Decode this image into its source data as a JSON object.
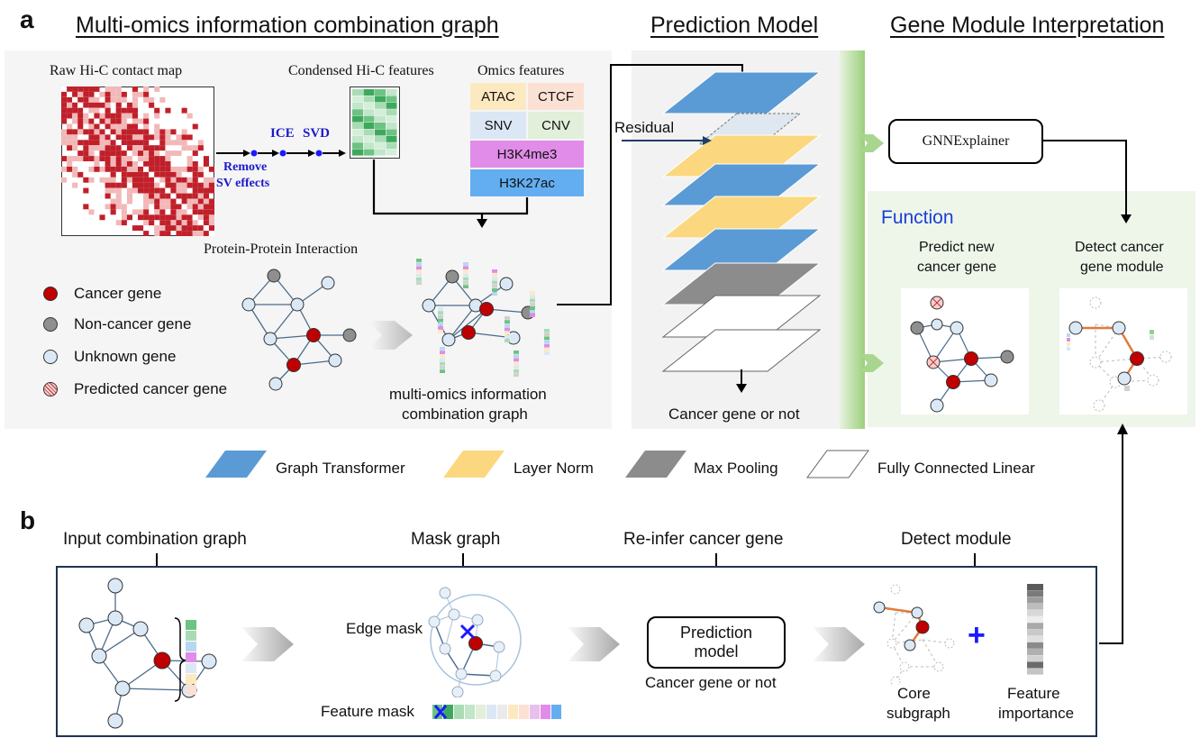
{
  "panel_a": {
    "letter": "a",
    "titles": {
      "graph": "Multi-omics information combination graph",
      "prediction": "Prediction Model",
      "interpretation": "Gene Module Interpretation"
    },
    "raw_map_label": "Raw Hi-C contact map",
    "pipeline": {
      "ice": "ICE",
      "svd": "SVD",
      "remove_sv_1": "Remove",
      "remove_sv_2": "SV effects"
    },
    "condensed_label": "Condensed Hi-C features",
    "omics_label": "Omics features",
    "omics": [
      "ATAC",
      "CTCF",
      "SNV",
      "CNV",
      "H3K4me3",
      "H3K27ac"
    ],
    "omics_colors": {
      "ATAC": "#fde9bf",
      "CTCF": "#fbe0d4",
      "SNV": "#dbe7f4",
      "CNV": "#e2efda",
      "H3K4me3": "#e08ce8",
      "H3K27ac": "#62aef0"
    },
    "ppi_label": "Protein-Protein Interaction",
    "legend": [
      {
        "label": "Cancer gene",
        "color": "#c00000"
      },
      {
        "label": "Non-cancer gene",
        "color": "#8f8f8f"
      },
      {
        "label": "Unknown gene",
        "color": "#dbe9f7"
      },
      {
        "label": "Predicted cancer gene",
        "color": "#e4a0a0"
      }
    ],
    "combination_label_1": "multi-omics information",
    "combination_label_2": "combination graph",
    "residual": "Residual",
    "model_output": "Cancer gene or not",
    "gnnexplainer": "GNNExplainer",
    "function_title": "Function",
    "predict_new_1": "Predict new",
    "predict_new_2": "cancer gene",
    "detect_module_1": "Detect cancer",
    "detect_module_2": "gene module"
  },
  "layer_legend": [
    {
      "label": "Graph Transformer",
      "fill": "#5b9bd5"
    },
    {
      "label": "Layer Norm",
      "fill": "#fbd87f"
    },
    {
      "label": "Max Pooling",
      "fill": "#8c8c8c"
    },
    {
      "label": "Fully Connected Linear",
      "fill": "#ffffff"
    }
  ],
  "panel_b": {
    "letter": "b",
    "steps": [
      "Input combination graph",
      "Mask graph",
      "Re-infer cancer gene",
      "Detect module"
    ],
    "edge_mask": "Edge mask",
    "feature_mask": "Feature mask",
    "prediction_model_1": "Prediction",
    "prediction_model_2": "model",
    "output": "Cancer gene or not",
    "core_1": "Core",
    "core_2": "subgraph",
    "feature_1": "Feature",
    "feature_2": "importance",
    "plus": "+"
  }
}
